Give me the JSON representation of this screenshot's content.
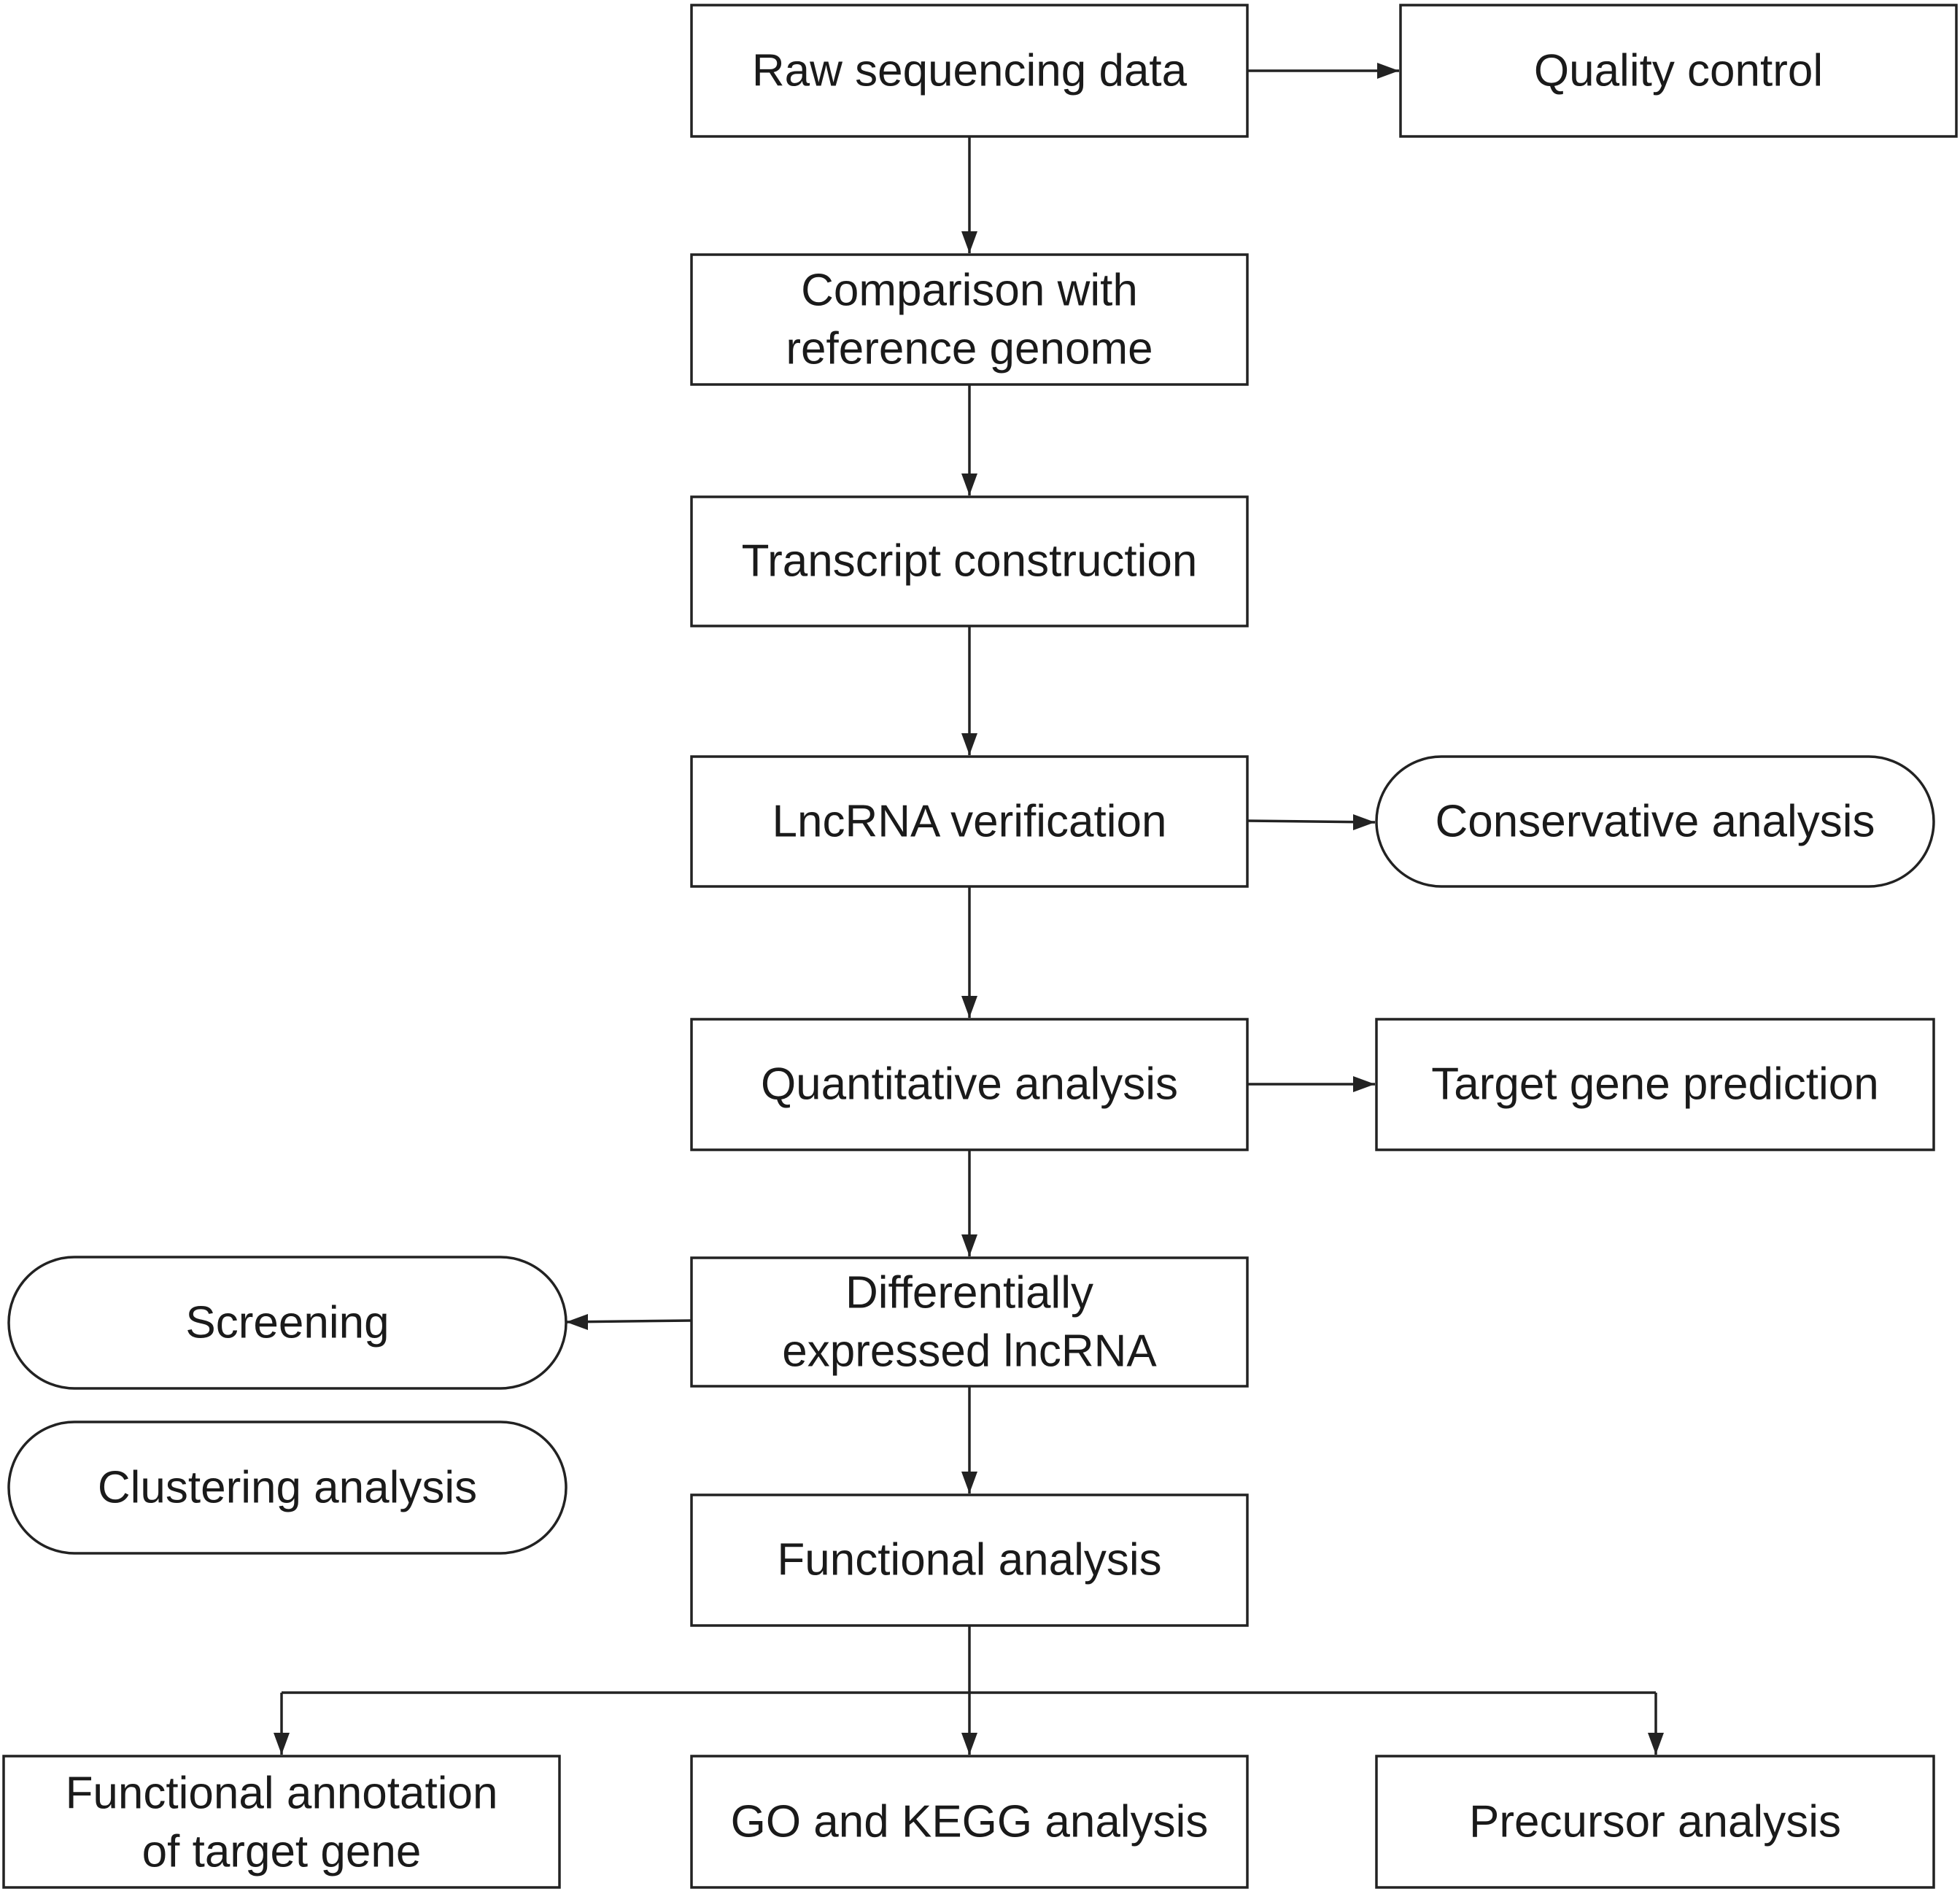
{
  "diagram": {
    "nodes": {
      "raw": {
        "lines": [
          "Raw sequencing data"
        ]
      },
      "qc": {
        "lines": [
          "Quality control"
        ]
      },
      "comparison": {
        "lines": [
          "Comparison with",
          "reference genome"
        ]
      },
      "transcript": {
        "lines": [
          "Transcript construction"
        ]
      },
      "lncrna": {
        "lines": [
          "LncRNA verification"
        ]
      },
      "conservative": {
        "lines": [
          "Conservative analysis"
        ]
      },
      "quant": {
        "lines": [
          "Quantitative analysis"
        ]
      },
      "target": {
        "lines": [
          "Target gene prediction"
        ]
      },
      "diff": {
        "lines": [
          "Differentially",
          "expressed lncRNA"
        ]
      },
      "screening": {
        "lines": [
          "Screening"
        ]
      },
      "clustering": {
        "lines": [
          "Clustering analysis"
        ]
      },
      "functional": {
        "lines": [
          "Functional analysis"
        ]
      },
      "annotation": {
        "lines": [
          "Functional annotation",
          "of target gene"
        ]
      },
      "gokegg": {
        "lines": [
          "GO and KEGG analysis"
        ]
      },
      "precursor": {
        "lines": [
          "Precursor analysis"
        ]
      }
    }
  }
}
